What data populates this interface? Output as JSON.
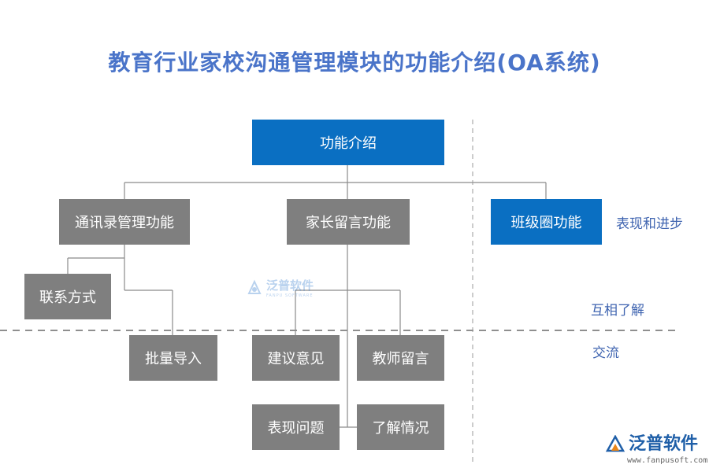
{
  "title": "教育行业家校沟通管理模块的功能介绍(OA系统)",
  "root": "功能介绍",
  "branches": {
    "contacts": "通讯录管理功能",
    "messages": "家长留言功能",
    "class_circle": "班级圈功能"
  },
  "leaves": {
    "contact_method": "联系方式",
    "batch_import": "批量导入",
    "suggestions": "建议意见",
    "teacher_message": "教师留言",
    "performance_issue": "表现问题",
    "understand_situation": "了解情况"
  },
  "side_labels": {
    "performance_progress": "表现和进步",
    "mutual_understanding": "互相了解",
    "communication": "交流"
  },
  "watermark": {
    "name": "泛普软件",
    "sub": "FANPU SOFTWARE"
  },
  "brand": {
    "name": "泛普软件",
    "url": "www.fanpusoft.com"
  },
  "colors": {
    "title": "#4a74c9",
    "blue_box": "#0a6fc2",
    "gray_box": "#7f7f7f",
    "label": "#3f64b0"
  }
}
